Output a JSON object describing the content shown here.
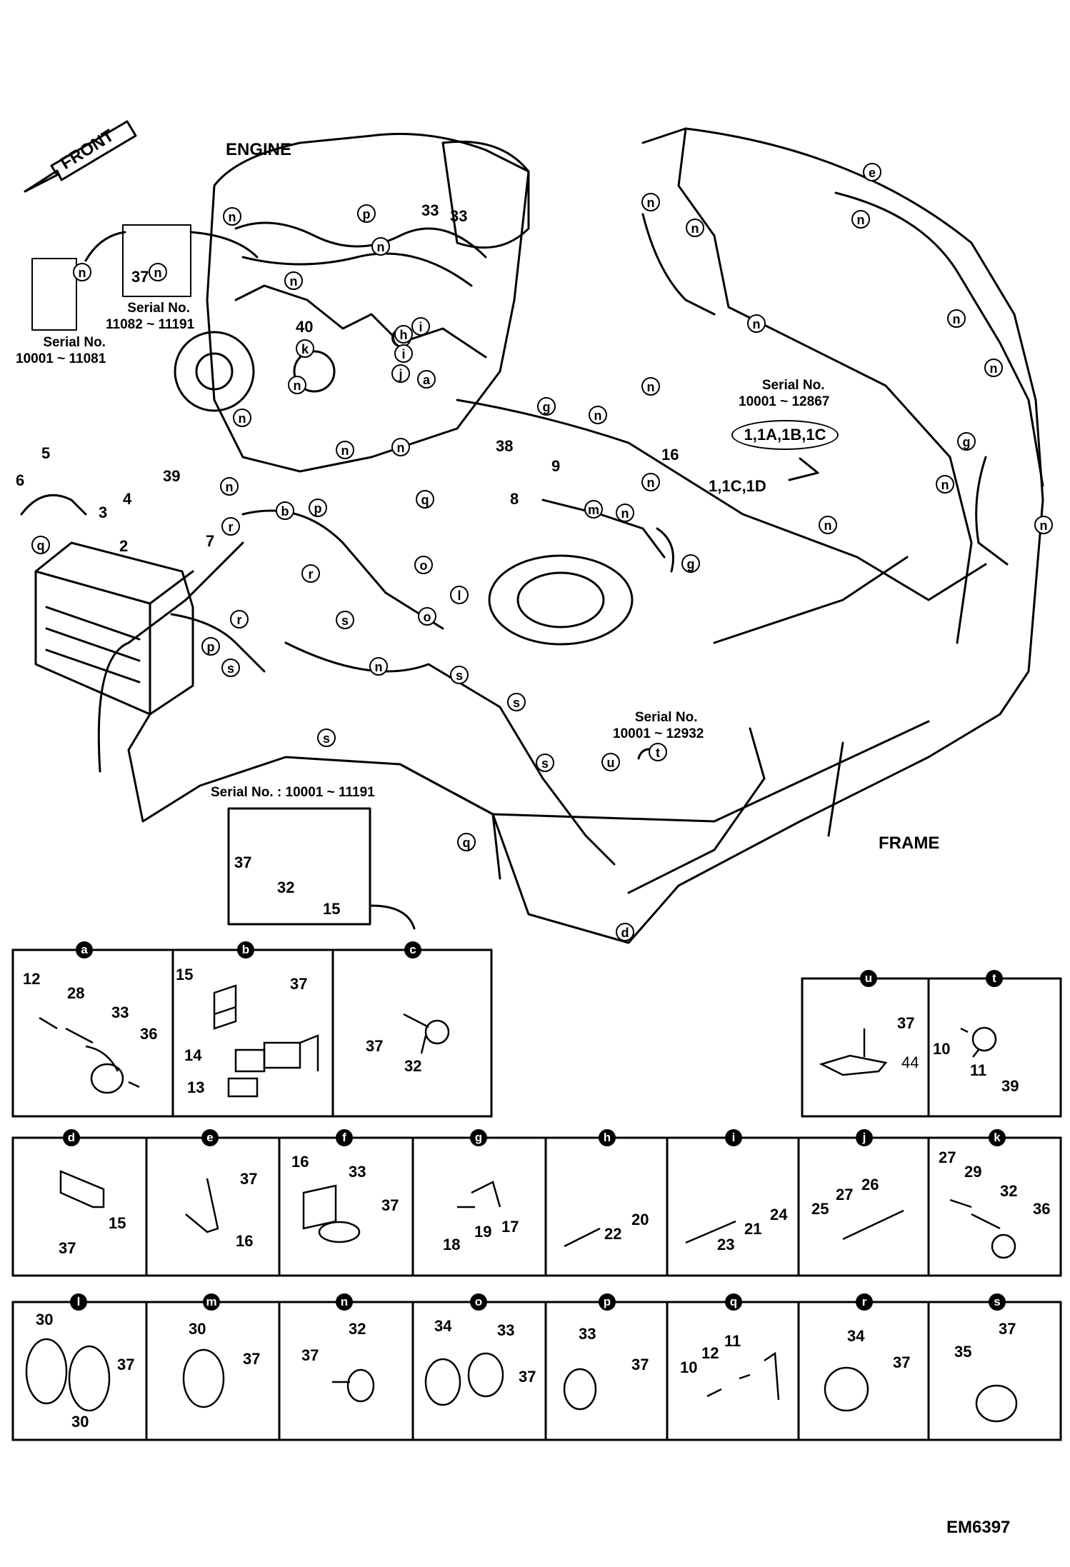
{
  "labels": {
    "engine": "ENGINE",
    "front": "FRONT",
    "frame": "FRAME",
    "doc_code": "EM6397",
    "serial_1": "Serial No.",
    "serial_1_range": "10001 ~ 11081",
    "serial_2": "Serial No.",
    "serial_2_range": "11082 ~ 11191",
    "serial_3": "Serial No.",
    "serial_3_range": "10001 ~ 12867",
    "serial_4": "Serial No.",
    "serial_4_range": "10001 ~ 12932",
    "serial_5": "Serial No. : 10001 ~ 11191",
    "ref_a": "1,1A,1B,1C",
    "ref_b": "1,1C,1D"
  },
  "main_numbers": [
    {
      "id": "p5",
      "text": "5"
    },
    {
      "id": "p6",
      "text": "6"
    },
    {
      "id": "p3",
      "text": "3"
    },
    {
      "id": "p4",
      "text": "4"
    },
    {
      "id": "p2",
      "text": "2"
    },
    {
      "id": "p7",
      "text": "7"
    },
    {
      "id": "p39",
      "text": "39"
    },
    {
      "id": "p40",
      "text": "40"
    },
    {
      "id": "p33a",
      "text": "33"
    },
    {
      "id": "p33b",
      "text": "33"
    },
    {
      "id": "p38",
      "text": "38"
    },
    {
      "id": "p9",
      "text": "9"
    },
    {
      "id": "p8",
      "text": "8"
    },
    {
      "id": "p16",
      "text": "16"
    },
    {
      "id": "p37",
      "text": "37"
    },
    {
      "id": "d37",
      "text": "37"
    },
    {
      "id": "d32",
      "text": "32"
    },
    {
      "id": "d15",
      "text": "15"
    }
  ],
  "callout_letters": [
    "n",
    "n",
    "n",
    "n",
    "n",
    "n",
    "n",
    "n",
    "n",
    "n",
    "n",
    "n",
    "n",
    "n",
    "n",
    "n",
    "n",
    "n",
    "n",
    "n",
    "n",
    "n",
    "n",
    "n",
    "e",
    "g",
    "g",
    "g",
    "q",
    "q",
    "q",
    "r",
    "r",
    "r",
    "p",
    "p",
    "p",
    "s",
    "s",
    "s",
    "s",
    "s",
    "s",
    "o",
    "o",
    "l",
    "l",
    "a",
    "c",
    "h",
    "i",
    "i",
    "j",
    "k",
    "b",
    "u",
    "d",
    "t",
    "m"
  ],
  "panels": [
    {
      "letter": "a",
      "parts": [
        "12",
        "28",
        "33",
        "36"
      ]
    },
    {
      "letter": "b",
      "parts": [
        "15",
        "37",
        "14",
        "13"
      ]
    },
    {
      "letter": "c",
      "parts": [
        "37",
        "32"
      ]
    },
    {
      "letter": "u",
      "parts": [
        "37",
        "44"
      ]
    },
    {
      "letter": "t",
      "parts": [
        "10",
        "11",
        "39"
      ]
    },
    {
      "letter": "d",
      "parts": [
        "15",
        "37"
      ]
    },
    {
      "letter": "e",
      "parts": [
        "37",
        "16"
      ]
    },
    {
      "letter": "f",
      "parts": [
        "16",
        "33",
        "37"
      ]
    },
    {
      "letter": "g",
      "parts": [
        "18",
        "19",
        "17"
      ]
    },
    {
      "letter": "h",
      "parts": [
        "22",
        "20"
      ]
    },
    {
      "letter": "i",
      "parts": [
        "23",
        "21",
        "24"
      ]
    },
    {
      "letter": "j",
      "parts": [
        "25",
        "27",
        "26"
      ]
    },
    {
      "letter": "k",
      "parts": [
        "27",
        "29",
        "32",
        "36"
      ]
    },
    {
      "letter": "l",
      "parts": [
        "30",
        "37",
        "30"
      ]
    },
    {
      "letter": "m",
      "parts": [
        "30",
        "37"
      ]
    },
    {
      "letter": "n",
      "parts": [
        "37",
        "32"
      ]
    },
    {
      "letter": "o",
      "parts": [
        "34",
        "33",
        "37"
      ]
    },
    {
      "letter": "p",
      "parts": [
        "33",
        "37"
      ]
    },
    {
      "letter": "q",
      "parts": [
        "10",
        "12",
        "11"
      ]
    },
    {
      "letter": "r",
      "parts": [
        "34",
        "37"
      ]
    },
    {
      "letter": "s",
      "parts": [
        "35",
        "37"
      ]
    }
  ]
}
